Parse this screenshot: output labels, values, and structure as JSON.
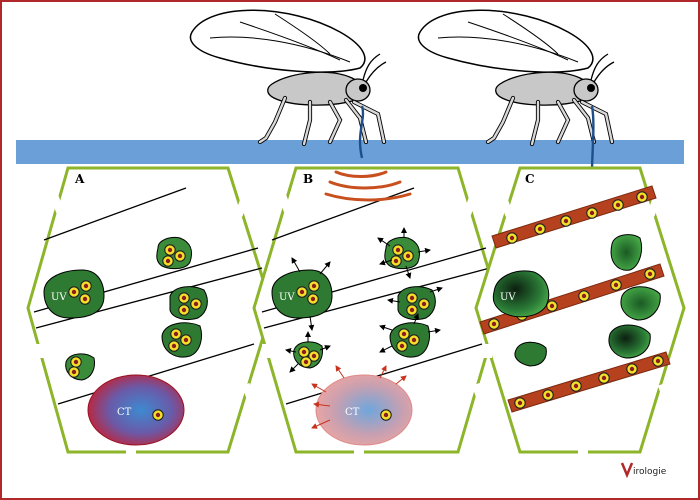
{
  "panels": [
    {
      "letter": "A",
      "uv_label": "UV",
      "ct_label": "CT"
    },
    {
      "letter": "B",
      "uv_label": "UV",
      "ct_label": "CT"
    },
    {
      "letter": "C",
      "uv_label": "UV"
    }
  ],
  "logo": {
    "text": "irologie"
  },
  "colors": {
    "frame": "#b0282a",
    "leaf_surface": "#6a9fd8",
    "cell_border": "#8db52a",
    "virion_fill": "#f5e12a",
    "ct_red": "#c81e2e",
    "ct_blue": "#3d7fc4",
    "vessel": "#b5411e",
    "stylet": "#1f4e8c"
  }
}
